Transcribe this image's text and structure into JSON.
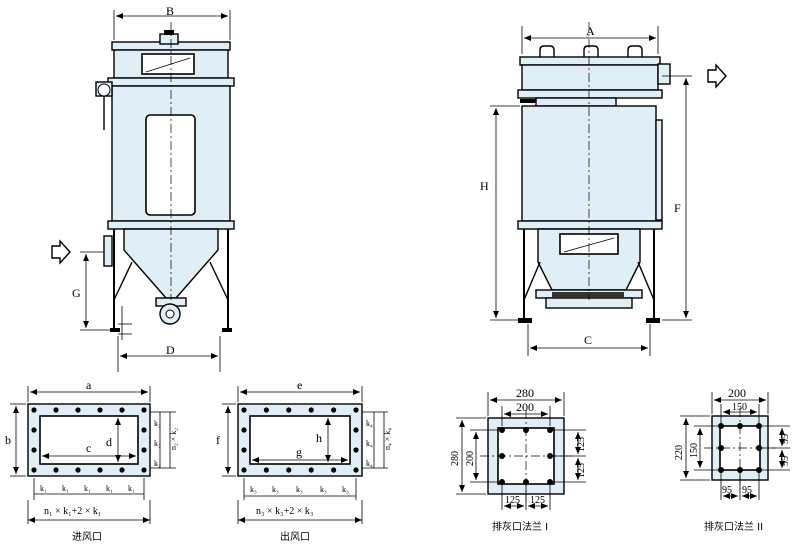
{
  "front_view": {
    "B": "B",
    "G": "G",
    "D": "D"
  },
  "side_view": {
    "A": "A",
    "H": "H",
    "F": "F",
    "C": "C"
  },
  "inlet": {
    "a": "a",
    "b": "b",
    "c": "c",
    "d": "d",
    "k1": "k₁",
    "k2": "k₂",
    "n2k2": "n₂ × k₂",
    "formula": "n₁ × k₁+2 × k₁",
    "caption": "进风口"
  },
  "outlet": {
    "e": "e",
    "f": "f",
    "g": "g",
    "h": "h",
    "k3": "k₃",
    "k4": "k₄",
    "n4k4": "n₄ × k₄",
    "formula": "n₃ × k₃+2 × k₃",
    "caption": "出风口"
  },
  "flange1": {
    "w280": "280",
    "w200": "200",
    "h280": "280",
    "h200": "200",
    "r125a": "125",
    "r125b": "125",
    "b125a": "125",
    "b125b": "125",
    "caption": "排灰口法兰 I"
  },
  "flange2": {
    "w200": "200",
    "w150": "150",
    "h220": "220",
    "h150": "150",
    "r95a": "95",
    "r95b": "95",
    "b95a": "95",
    "b95b": "95",
    "caption": "排灰口法兰 II"
  }
}
